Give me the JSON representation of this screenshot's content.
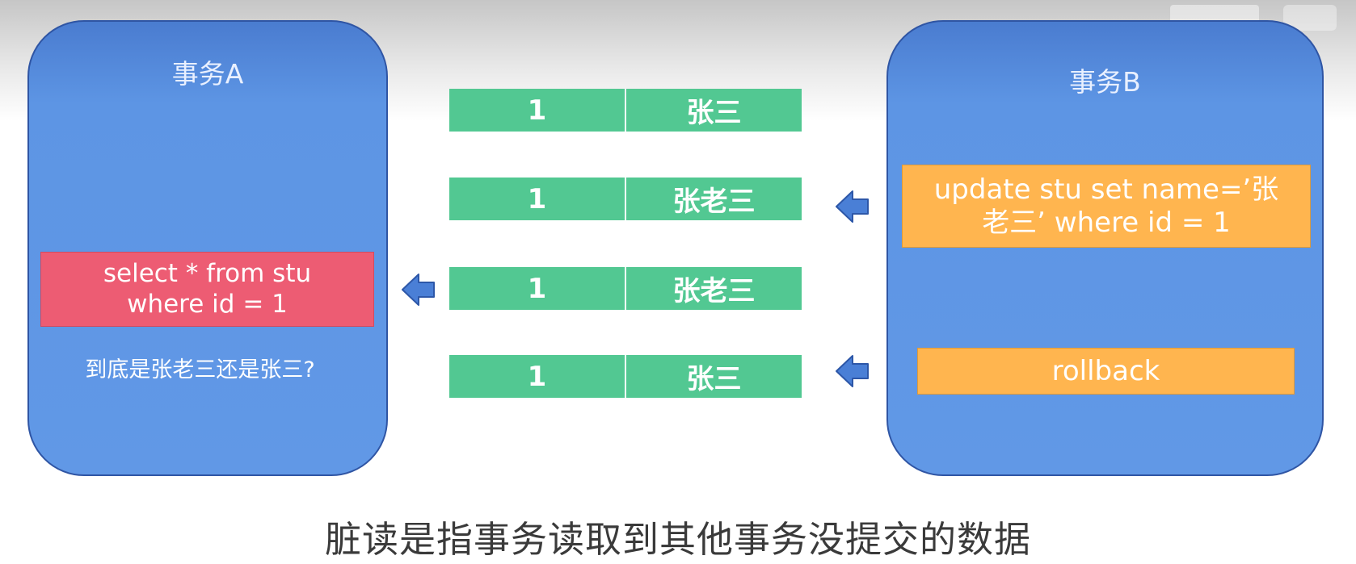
{
  "transaction_a": {
    "title": "事务A",
    "query": "select * from stu\nwhere id = 1",
    "question": "到底是张老三还是张三?"
  },
  "transaction_b": {
    "title": "事务B",
    "update": "update stu set name=’张\n老三’ where id = 1",
    "rollback": "rollback"
  },
  "rows": [
    {
      "id": "1",
      "name": "张三"
    },
    {
      "id": "1",
      "name": "张老三"
    },
    {
      "id": "1",
      "name": "张老三"
    },
    {
      "id": "1",
      "name": "张三"
    }
  ],
  "caption": "脏读是指事务读取到其他事务没提交的数据",
  "colors": {
    "panel": "#6198e6",
    "select_box": "#ed5c73",
    "update_box": "#ffb54f",
    "data_cell": "#52c892",
    "arrow": "#4a7fd6"
  },
  "icons": {
    "arrow": "left-arrow-icon"
  }
}
